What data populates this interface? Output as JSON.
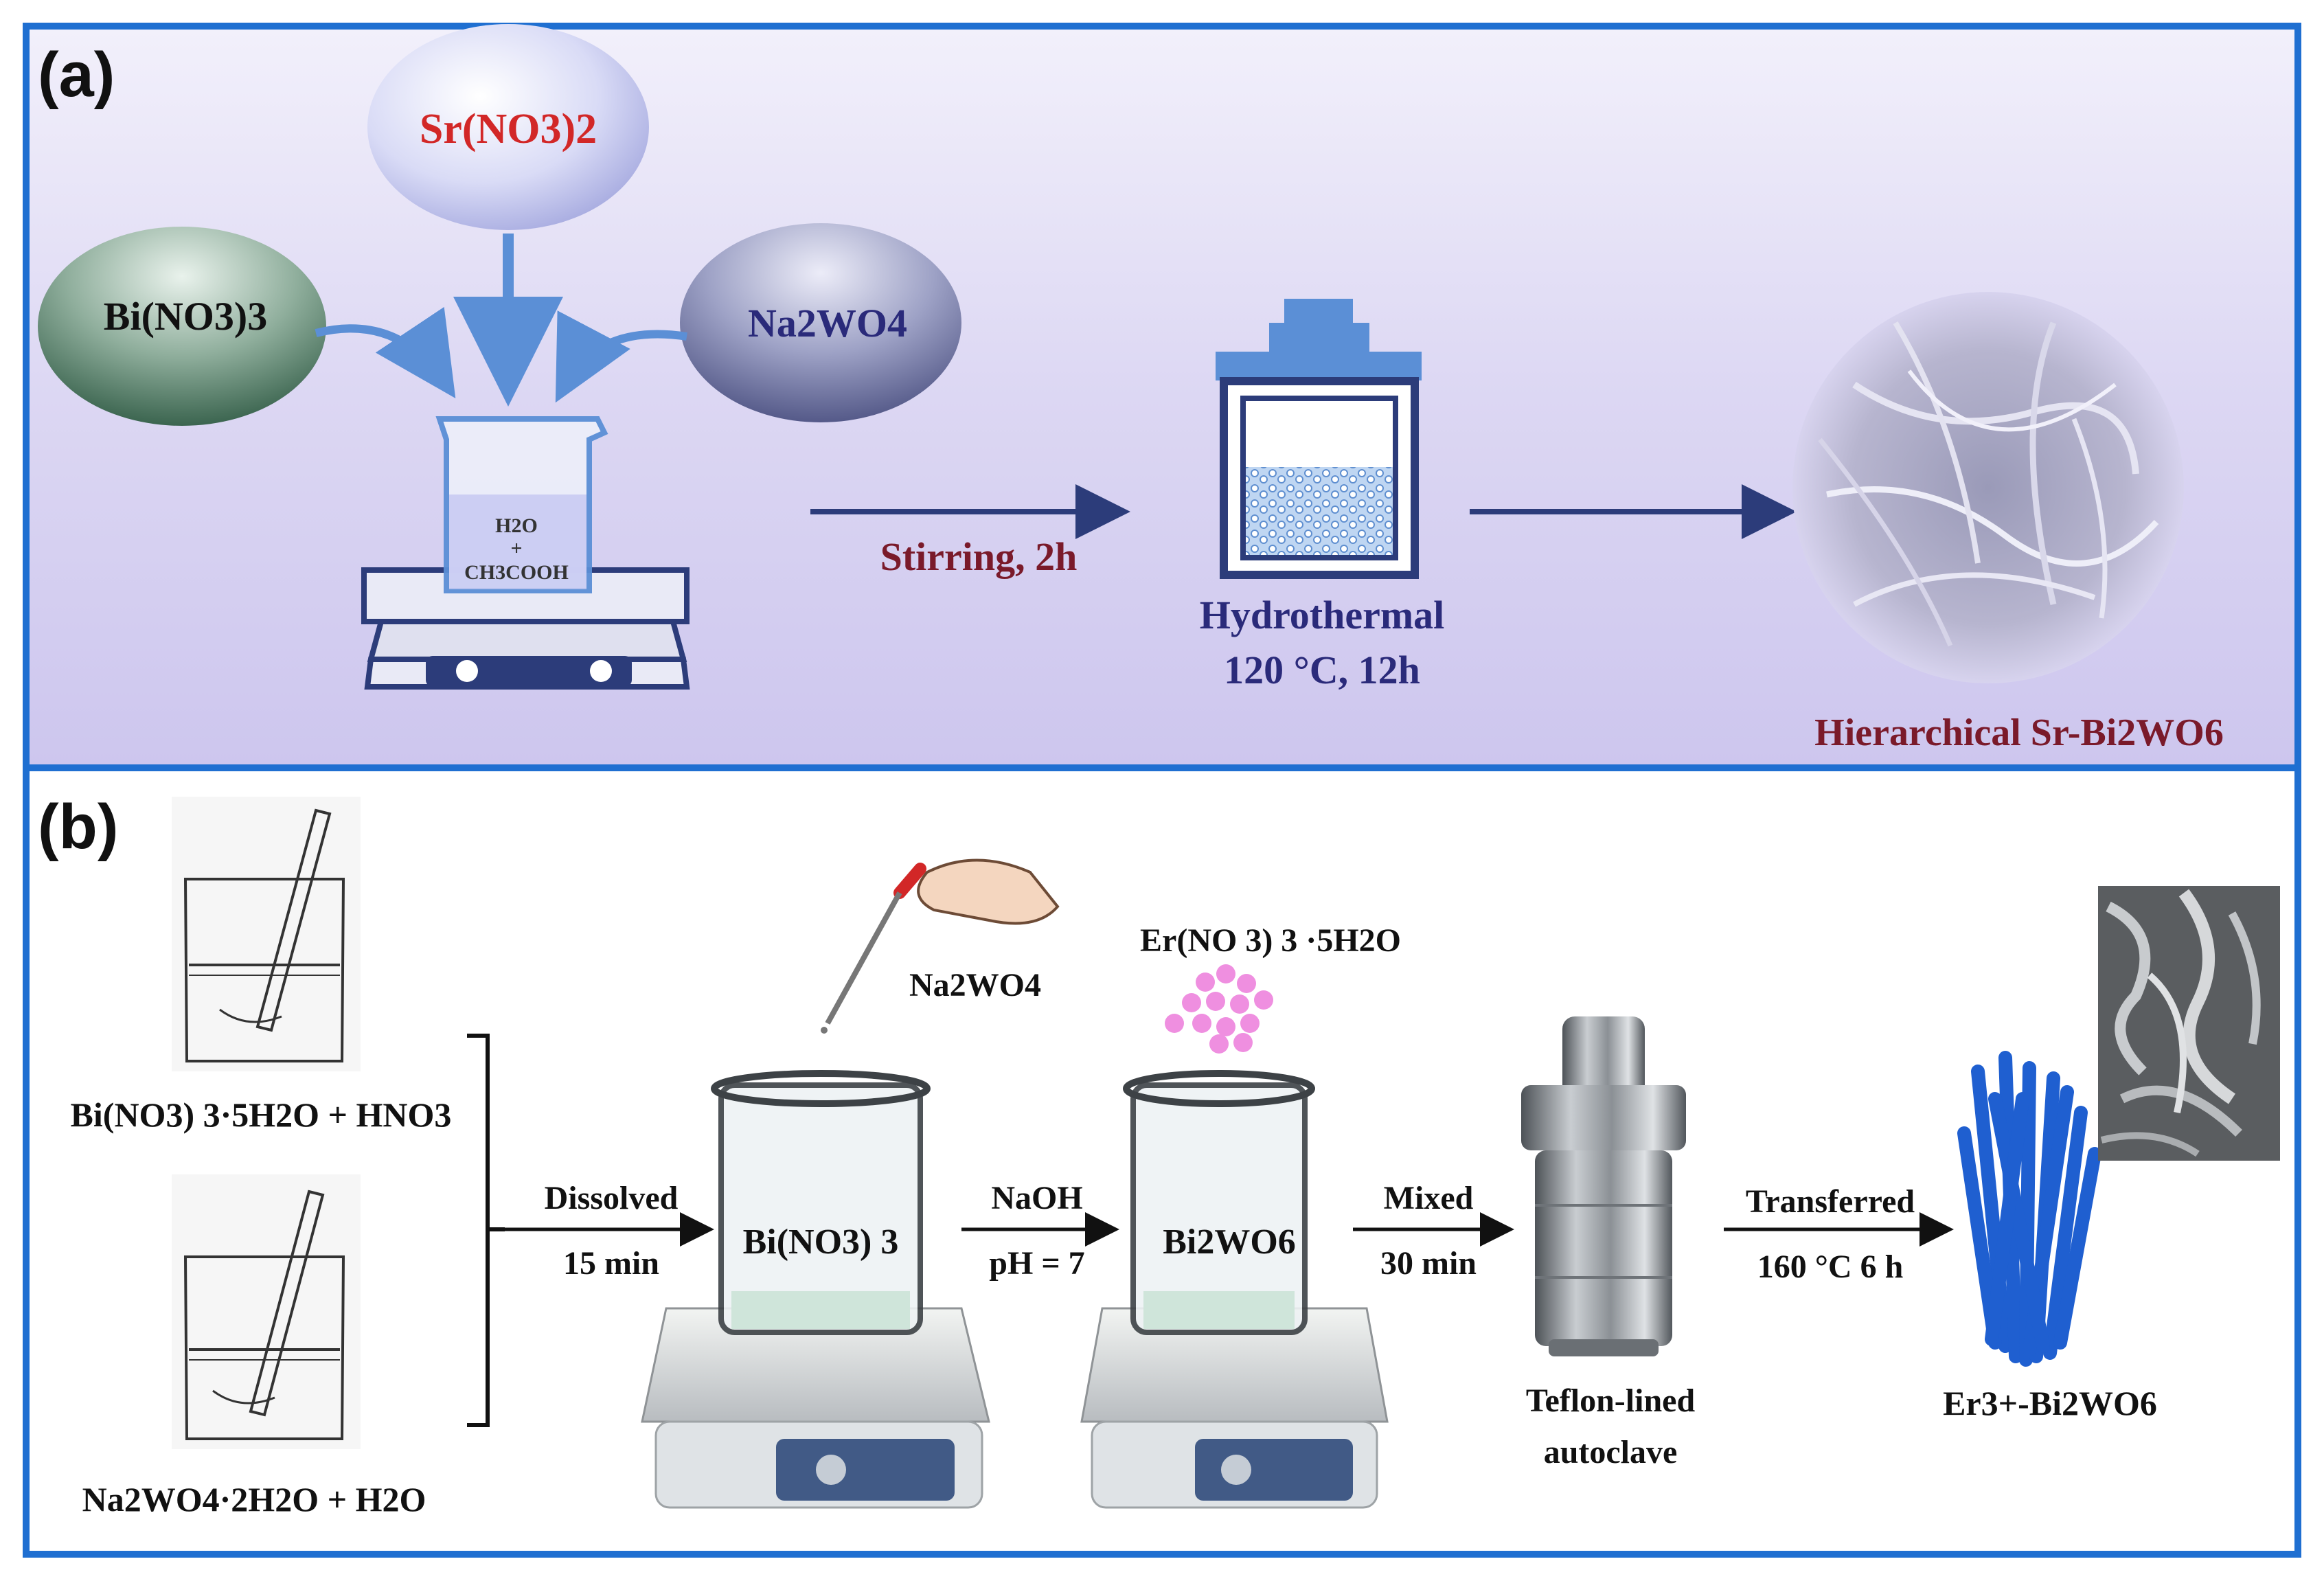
{
  "panel_a": {
    "label": "(a)",
    "reagents": {
      "sr": "Sr(NO3)2",
      "bi": "Bi(NO3)3",
      "na": "Na2WO4"
    },
    "beaker": {
      "line1": "H2O",
      "line2": "+",
      "line3": "CH3COOH"
    },
    "step1": "Stirring, 2h",
    "hydrothermal": {
      "line1": "Hydrothermal",
      "line2": "120 °C, 12h"
    },
    "product": "Hierarchical Sr-Bi2WO6"
  },
  "panel_b": {
    "label": "(b)",
    "sol1": "Bi(NO3) 3·5H2O + HNO3",
    "sol2": "Na2WO4·2H2O + H2O",
    "dissolve": {
      "line1": "Dissolved",
      "line2": "15 min"
    },
    "dropper": "Na2WO4",
    "beaker1": "Bi(NO3) 3",
    "naoh": {
      "line1": "NaOH",
      "line2": "pH = 7"
    },
    "er_salt": "Er(NO 3) 3 ·5H2O",
    "beaker2": "Bi2WO6",
    "mixed": {
      "line1": "Mixed",
      "line2": "30 min"
    },
    "autoclave": {
      "line1": "Teflon-lined",
      "line2": "autoclave"
    },
    "transfer": {
      "line1": "Transferred",
      "line2": "160 °C 6 h"
    },
    "product": "Er3+-Bi2WO6"
  },
  "colors": {
    "frame": "#1f6fd1",
    "panel_a_bg": "#ddd9f5",
    "red_text": "#d22727",
    "dark_red": "#7a1a2a",
    "navy_text": "#2a2a7a",
    "blue_arrow": "#5b8fd6",
    "rods": "#1f5fd0"
  }
}
